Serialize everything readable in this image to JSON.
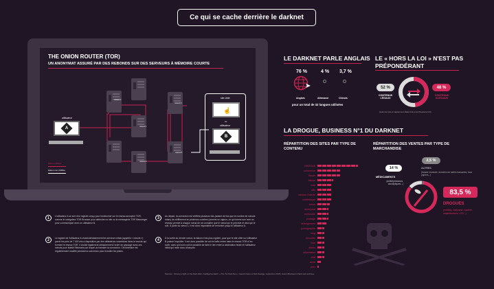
{
  "title": "Ce qui se cache derrière le darknet",
  "colors": {
    "background": "#1f1525",
    "accent": "#c8234f",
    "laptop": "#3c3242"
  },
  "tor": {
    "title": "THE ONION ROUTER (TOR)",
    "subtitle": "UN ANONYMAT ASSURÉ PAR DES REBONDS SUR DES SERVEURS À MÉMOIRE COURTE",
    "user_a_label": "utilisateur",
    "user_a": "A",
    "node1": "nœud 1",
    "node2": "nœud 2",
    "node3": "nœud 3",
    "node4": "nœud 4",
    "node5": "nœud 5",
    "target_site": "site ciblé",
    "or": "ou",
    "user_b_label": "utilisateur",
    "user_b": "B",
    "legend_encrypted": "liaison chiffrée",
    "legend_plain": "liaison non chiffrée"
  },
  "steps": [
    {
      "num": "1",
      "text": "L'utilisateur A se sert d'un logiciel conçu pour fonctionner sur le réseau anonyme TOR, comme le navigateur TOR Browser pour atteindre un site ou la messagerie TOR Messenger pour communiquer avec un utilisateur B."
    },
    {
      "num": "2",
      "text": "Le logiciel de l'utilisateur A choisit aléatoirement les serveurs relais (appelés « nœuds ») parmi les près de 7 000 mis à disposition par des utilisateurs volontaires dans le monde qui forment le réseau TOR. Il choisit également aléatoirement l'ordre de passage dans ces nœuds pour établir l'itinéraire par lequel va transiter la connexion. Cet itinéraire est régulièrement modifié pendant la connexion pour brouiller les pistes."
    },
    {
      "num": "3",
      "text": "Au départ, la connexion est chiffrée plusieurs fois (autant de fois que le nombre de nœuds relais) de chiffrement en plusieurs couches (comme un oignon, ce qui donne son nom au réseau) permet à chaque nœud de ne connaître que le nœud qui le précède et celui qui le suit. À partir du nœud 1, il est donc impossible de remonter jusqu'à l'utilisateur A."
    },
    {
      "num": "4",
      "text": "À la sortie du dernier nœud, la liaison n'est plus cryptée, pour que le site ciblé ou l'utilisateur B puisse l'exploiter. Il est donc possible de voir le trafic entrer dans le réseau TOR et en sortir, sans qu'il soit a priori possible de faire le lien entre la destination finale et l'utilisateur initial qui reste donc anonyme."
    }
  ],
  "languages": {
    "title": "LE DARKNET PARLE ANGLAIS",
    "items": [
      {
        "value": "76 %",
        "label": "Anglais"
      },
      {
        "value": "4 %",
        "label": "Allemand"
      },
      {
        "value": "3,7 %",
        "label": "Chinois"
      }
    ],
    "total": "pour un total de 32 langues utilisées"
  },
  "legal": {
    "title": "LE « HORS LA LOI » N'EST PAS PRÉPONDÉRANT",
    "legal_value": "52 %",
    "legal_label": "CONTENUS LÉGAUX",
    "illegal_value": "48 %",
    "illegal_label": "CONTENUS ILLÉGAUX",
    "note": "(selon les lois en vigueur aux États-Unis et au Royaume-Uni)"
  },
  "drugs": {
    "title": "LA DROGUE, BUSINESS N°1 DU DARKNET",
    "sites_title": "RÉPARTITION DES SITES PAR TYPE DE CONTENU",
    "sales_title": "RÉPARTITION DES VENTES PAR TYPE DE MARCHANDISE",
    "sales": {
      "others_value": "2,5 %",
      "others_label": "AUTRES",
      "others_desc": "(fausse monnaie, données de cartes bancaires, faux papiers...)",
      "meds_value": "14 %",
      "meds_label": "MÉDICAMENTS",
      "meds_desc": "(antidépresseurs, anxiolytiques...)",
      "drugs_value": "83,5 %",
      "drugs_label": "DROGUES",
      "drugs_desc": "(ecstasy, marijuana, cocaïne, amphétamines, LSD...)"
    }
  },
  "chart_data": {
    "type": "bar",
    "orientation": "horizontal",
    "categories": [
      "DROGUE",
      "commerce",
      "fraude",
      "bitcoin",
      "mail",
      "wiki",
      "lanceur d'alerte",
      "contrefaçon",
      "forum",
      "anonymat",
      "recherche",
      "piratage",
      "hébergement",
      "pornographie",
      "blog",
      "annuaire",
      "livre",
      "divers",
      "information",
      "chat",
      "arme",
      "jeux"
    ],
    "values": [
      9,
      5,
      5,
      3.5,
      3,
      3,
      3,
      3,
      2.8,
      2.5,
      2.5,
      2.5,
      2,
      1.5,
      1.5,
      1.5,
      1.5,
      1.5,
      1.5,
      1.5,
      0.8,
      0.3
    ],
    "xlim": [
      0,
      10
    ]
  },
  "source": "Sources : Kirsung a light on the Dark Web, Intelligence Earth, « The Tor Dark Net », Gareth Owen et Nick Savage, septembre 2015 | Gwern Branwen's Dark web archives"
}
